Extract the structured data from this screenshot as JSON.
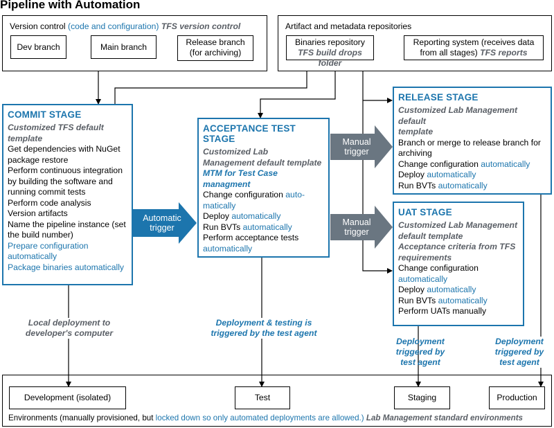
{
  "title": "Pipeline with Automation",
  "version_control": {
    "label": "Version control",
    "label_blue": "(code and configuration)",
    "label_gray": "TFS version control",
    "dev_branch": "Dev branch",
    "main_branch": "Main branch",
    "release_branch_l1": "Release branch",
    "release_branch_l2": "(for archiving)"
  },
  "artifact_repos": {
    "label": "Artifact and metadata repositories",
    "binaries_l1": "Binaries repository",
    "binaries_l2": "TFS build drops folder",
    "reporting_l1": "Reporting system (receives data",
    "reporting_l2a": "from all stages)",
    "reporting_l2b": "TFS reports"
  },
  "commit_stage": {
    "title": "COMMIT STAGE",
    "template_l1": "Customized TFS default",
    "template_l2": "template",
    "l1": "Get dependencies with NuGet",
    "l2": "package restore",
    "l3": "Perform continuous integration",
    "l4": "by building the software and",
    "l5": "running commit tests",
    "l6": "Perform code analysis",
    "l7": "Version artifacts",
    "l8": "Name the pipeline instance (set",
    "l9": "the build number)",
    "l10": "Prepare configuration",
    "l11": "automatically",
    "l12": "Package binaries automatically"
  },
  "acceptance_stage": {
    "title": "ACCEPTANCE TEST STAGE",
    "template_l1": "Customized Lab",
    "template_l2": "Management default template",
    "mtm_l1": "MTM for Test Case",
    "mtm_l2": "managment",
    "cc_a": "Change configuration",
    "cc_b": "auto-",
    "cc_c": "matically",
    "deploy_a": "Deploy",
    "deploy_b": "automatically",
    "bvt_a": "Run BVTs",
    "bvt_b": "automatically",
    "pat_a": "Perform acceptance tests",
    "pat_b": "automatically"
  },
  "release_stage": {
    "title": "RELEASE STAGE",
    "template_l1": "Customized Lab Management default",
    "template_l2": "template",
    "l1": "Branch or merge to release branch for",
    "l2": "archiving",
    "cc_a": "Change configuration",
    "cc_b": "automatically",
    "deploy_a": "Deploy",
    "deploy_b": "automatically",
    "bvt_a": "Run BVTs",
    "bvt_b": "automatically"
  },
  "uat_stage": {
    "title": "UAT STAGE",
    "template_l1": "Customized Lab Management",
    "template_l2": "default template",
    "acc_l1": "Acceptance criteria from TFS",
    "acc_l2": "requirements",
    "cc_a": "Change configuration",
    "cc_b": "automatically",
    "deploy_a": "Deploy",
    "deploy_b": "automatically",
    "bvt_a": "Run BVTs",
    "bvt_b": "automatically",
    "uat": "Perform UATs manually"
  },
  "triggers": {
    "automatic_l1": "Automatic",
    "automatic_l2": "trigger",
    "manual1_l1": "Manual",
    "manual1_l2": "trigger",
    "manual2_l1": "Manual",
    "manual2_l2": "trigger"
  },
  "notes": {
    "local_l1": "Local deployment to",
    "local_l2": "developer's computer",
    "test_agent_l1": "Deployment & testing is",
    "test_agent_l2": "triggered by the test agent",
    "staging_l1": "Deployment",
    "staging_l2": "triggered by",
    "staging_l3": "test agent",
    "prod_l1": "Deployment",
    "prod_l2": "triggered by",
    "prod_l3": "test agent"
  },
  "environments": {
    "development": "Development (isolated)",
    "test": "Test",
    "staging": "Staging",
    "production": "Production",
    "footer_a": "Environments (manually provisioned, but",
    "footer_b": "locked down so only automated deployments are allowed.)",
    "footer_c": "Lab Management standard environments"
  },
  "colors": {
    "stage_blue": "#1c75ad",
    "gray_text": "#5a5f66",
    "trigger_gray": "#6a7681"
  }
}
